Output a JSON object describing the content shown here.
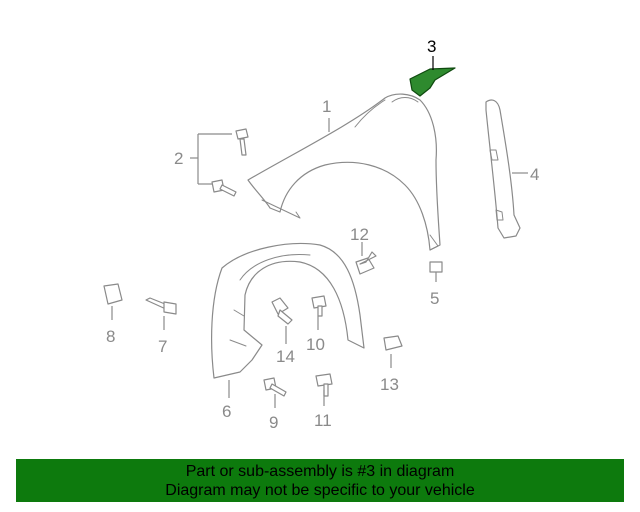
{
  "highlighted_part": "3",
  "callouts": [
    "1",
    "2",
    "3",
    "4",
    "5",
    "6",
    "7",
    "8",
    "9",
    "10",
    "11",
    "12",
    "13",
    "14"
  ],
  "banner": {
    "line1": "Part or sub-assembly is #3 in diagram",
    "line2": "Diagram may not be specific to your vehicle"
  },
  "colors": {
    "highlight": "#2e8a2e",
    "banner_bg": "#0d7a0d",
    "part_line": "#8a8a8a"
  }
}
